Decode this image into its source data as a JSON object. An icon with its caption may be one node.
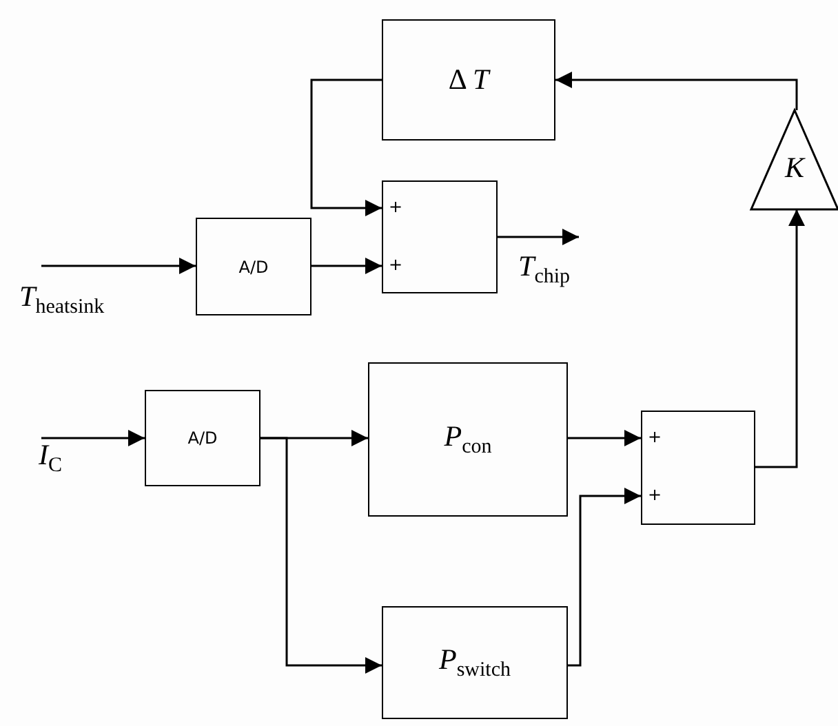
{
  "diagram": {
    "nodes": [
      {
        "text": [
          "Δ *T*"
        ]
      },
      {
        "text": [
          "A/D"
        ]
      },
      {
        "text": [
          "+",
          "+"
        ]
      },
      {
        "text": [
          "K"
        ]
      },
      {
        "text": [
          "A/D"
        ]
      },
      {
        "text": [
          "*P*$_{con}$"
        ]
      },
      {
        "text": [
          "+",
          "+"
        ]
      },
      {
        "text": [
          "*P*$_{switch}$"
        ]
      },
      {
        "text": [
          "*T*$_{heatsink}$"
        ]
      },
      {
        "text": [
          "*T*$_{chip}$"
        ]
      },
      {
        "text": [
          "*I*$_{C}$"
        ]
      }
    ],
    "edges": [
      {
        "from": 8,
        "to": 1,
        "arrow": "to"
      },
      {
        "from": 1,
        "to": 2,
        "arrow": "to"
      },
      {
        "from": 0,
        "to": 2,
        "arrow": "to"
      },
      {
        "from": 2,
        "to": 9,
        "arrow": "to"
      },
      {
        "from": 10,
        "to": 4,
        "arrow": "to"
      },
      {
        "from": 4,
        "to": 5,
        "arrow": "to"
      },
      {
        "from": 4,
        "to": 7,
        "arrow": "to"
      },
      {
        "from": 5,
        "to": 6,
        "arrow": "to"
      },
      {
        "from": 7,
        "to": 6,
        "arrow": "to"
      },
      {
        "from": 6,
        "to": 3,
        "arrow": "to"
      },
      {
        "from": 3,
        "to": 0,
        "arrow": "to"
      }
    ]
  }
}
